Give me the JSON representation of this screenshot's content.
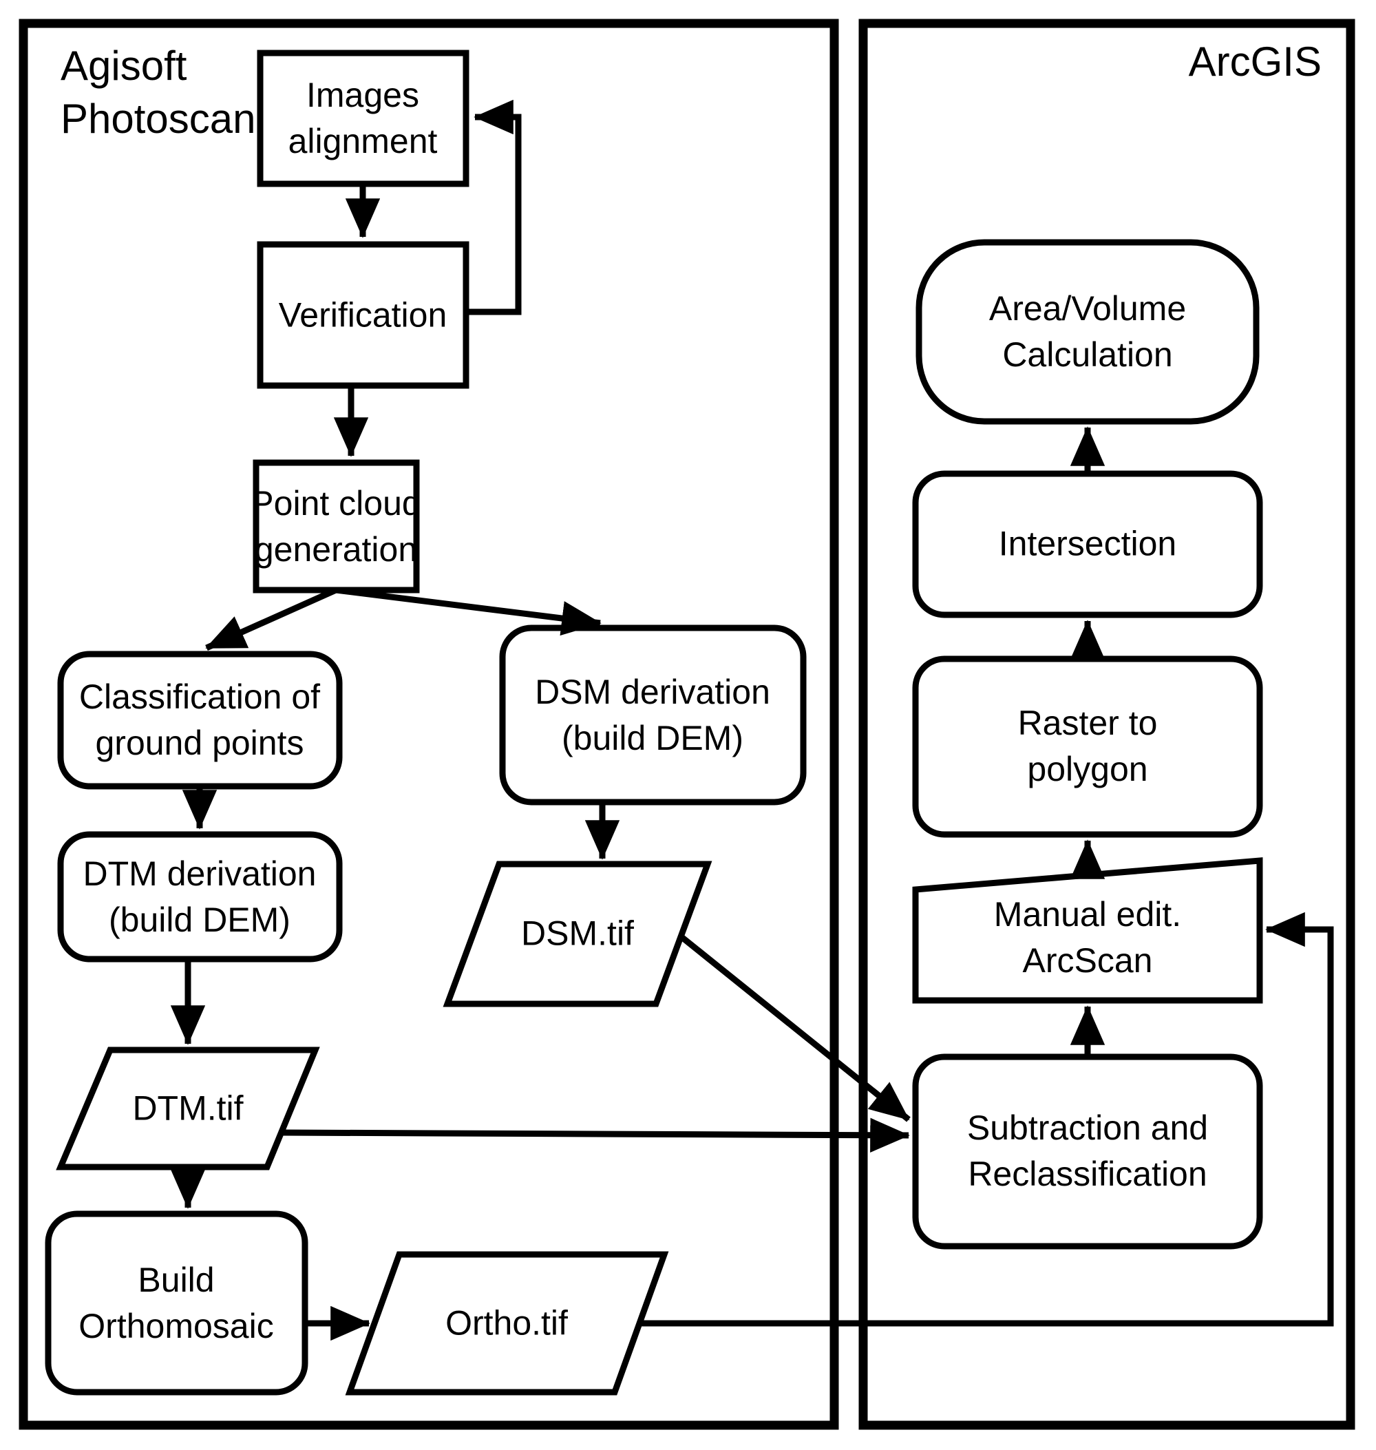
{
  "diagram": {
    "type": "flowchart",
    "background_color": "#ffffff",
    "line_color": "#000000",
    "panels": {
      "left": {
        "title": "Agisoft\nPhotoscan"
      },
      "right": {
        "title": "ArcGIS"
      }
    },
    "nodes": {
      "images_alignment": {
        "label": "Images\nalignment",
        "shape": "rectangle",
        "panel": "Agisoft Photoscan"
      },
      "verification": {
        "label": "Verification",
        "shape": "rectangle",
        "panel": "Agisoft Photoscan"
      },
      "point_cloud_generation": {
        "label": "Point cloud\ngeneration",
        "shape": "rectangle",
        "panel": "Agisoft Photoscan"
      },
      "classification_of_ground_points": {
        "label": "Classification of\nground points",
        "shape": "rounded-rectangle",
        "panel": "Agisoft Photoscan"
      },
      "dsm_derivation": {
        "label": "DSM derivation\n(build DEM)",
        "shape": "rounded-rectangle",
        "panel": "Agisoft Photoscan"
      },
      "dtm_derivation": {
        "label": "DTM derivation\n(build DEM)",
        "shape": "rounded-rectangle",
        "panel": "Agisoft Photoscan"
      },
      "dsm_tif": {
        "label": "DSM.tif",
        "shape": "parallelogram",
        "panel": "Agisoft Photoscan"
      },
      "dtm_tif": {
        "label": "DTM.tif",
        "shape": "parallelogram",
        "panel": "Agisoft Photoscan"
      },
      "build_orthomosaic": {
        "label": "Build\nOrthomosaic",
        "shape": "rounded-rectangle",
        "panel": "Agisoft Photoscan"
      },
      "ortho_tif": {
        "label": "Ortho.tif",
        "shape": "parallelogram",
        "panel": "Agisoft Photoscan"
      },
      "area_volume_calculation": {
        "label": "Area/Volume\nCalculation",
        "shape": "terminator",
        "panel": "ArcGIS"
      },
      "intersection": {
        "label": "Intersection",
        "shape": "rounded-rectangle",
        "panel": "ArcGIS"
      },
      "raster_to_polygon": {
        "label": "Raster to\npolygon",
        "shape": "rounded-rectangle",
        "panel": "ArcGIS"
      },
      "manual_edit_arcscan": {
        "label": "Manual edit.\nArcScan",
        "shape": "trapezoid",
        "panel": "ArcGIS"
      },
      "subtraction_reclassification": {
        "label": "Subtraction and\nReclassification",
        "shape": "rounded-rectangle",
        "panel": "ArcGIS"
      }
    },
    "edges": [
      {
        "from": "images_alignment",
        "to": "verification"
      },
      {
        "from": "verification",
        "to": "images_alignment",
        "note": "feedback loop"
      },
      {
        "from": "verification",
        "to": "point_cloud_generation"
      },
      {
        "from": "point_cloud_generation",
        "to": "classification_of_ground_points"
      },
      {
        "from": "point_cloud_generation",
        "to": "dsm_derivation"
      },
      {
        "from": "classification_of_ground_points",
        "to": "dtm_derivation"
      },
      {
        "from": "dsm_derivation",
        "to": "dsm_tif"
      },
      {
        "from": "dtm_derivation",
        "to": "dtm_tif"
      },
      {
        "from": "dtm_tif",
        "to": "build_orthomosaic"
      },
      {
        "from": "dtm_tif",
        "to": "subtraction_reclassification"
      },
      {
        "from": "dsm_tif",
        "to": "subtraction_reclassification"
      },
      {
        "from": "build_orthomosaic",
        "to": "ortho_tif"
      },
      {
        "from": "ortho_tif",
        "to": "manual_edit_arcscan"
      },
      {
        "from": "subtraction_reclassification",
        "to": "manual_edit_arcscan"
      },
      {
        "from": "manual_edit_arcscan",
        "to": "raster_to_polygon"
      },
      {
        "from": "raster_to_polygon",
        "to": "intersection"
      },
      {
        "from": "intersection",
        "to": "area_volume_calculation"
      }
    ]
  }
}
